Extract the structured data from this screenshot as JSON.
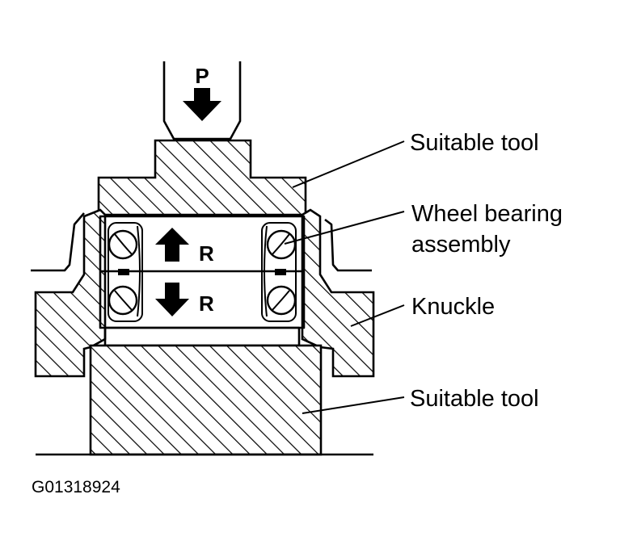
{
  "labels": {
    "force": "P",
    "reaction_up": "R",
    "reaction_down": "R",
    "suitable_tool_top": "Suitable tool",
    "wheel_bearing_line1": "Wheel bearing",
    "wheel_bearing_line2": "assembly",
    "knuckle": "Knuckle",
    "suitable_tool_bottom": "Suitable tool",
    "figure_code": "G01318924"
  },
  "colors": {
    "ink": "#000000",
    "paper": "#ffffff"
  }
}
